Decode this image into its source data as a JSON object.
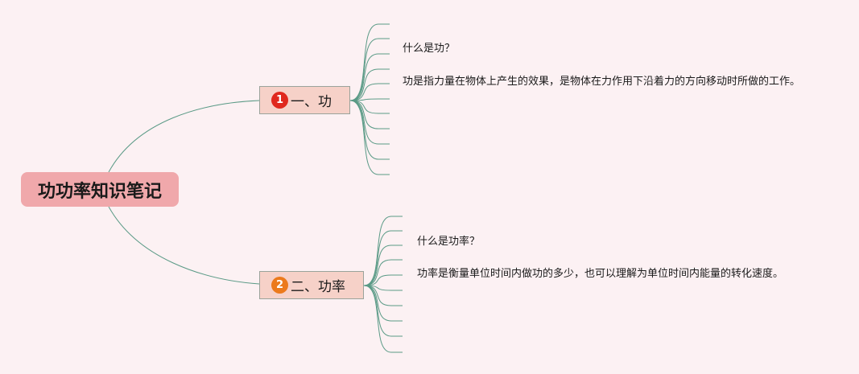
{
  "mindmap": {
    "root": {
      "label": "功功率知识笔记",
      "color": "#f0a8ab"
    },
    "branches": [
      {
        "number": "1",
        "badge_color": "#e0281e",
        "label": "一、功",
        "leaves": [
          "什么是功？",
          "功是指力量在物体上产生的效果，是物体在力作用下沿着力的方向移动时所做的工作。"
        ]
      },
      {
        "number": "2",
        "badge_color": "#ec7a1c",
        "label": "二、功率",
        "leaves": [
          "什么是功率？",
          "功率是衡量单位时间内做功的多少，也可以理解为单位时间内能量的转化速度。"
        ]
      }
    ],
    "connector_color": "#5a9a86",
    "background": "#fcf1f3"
  }
}
